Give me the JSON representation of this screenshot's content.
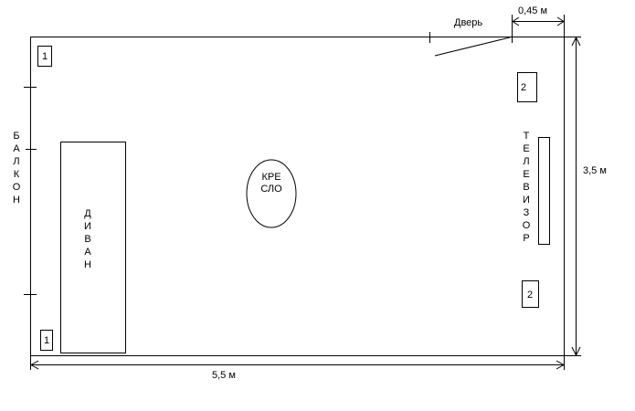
{
  "labels": {
    "door": "Дверь",
    "door_offset": "0,45 м",
    "width": "5,5 м",
    "height": "3,5 м",
    "balcony": [
      "Б",
      "А",
      "Л",
      "К",
      "О",
      "Н"
    ],
    "sofa": [
      "Д",
      "И",
      "В",
      "А",
      "Н"
    ],
    "tv": [
      "Т",
      "Е",
      "Л",
      "Е",
      "В",
      "И",
      "З",
      "О",
      "Р"
    ],
    "armchair": [
      "КРЕ",
      "СЛО"
    ],
    "marker_1": "1",
    "marker_2": "2"
  }
}
